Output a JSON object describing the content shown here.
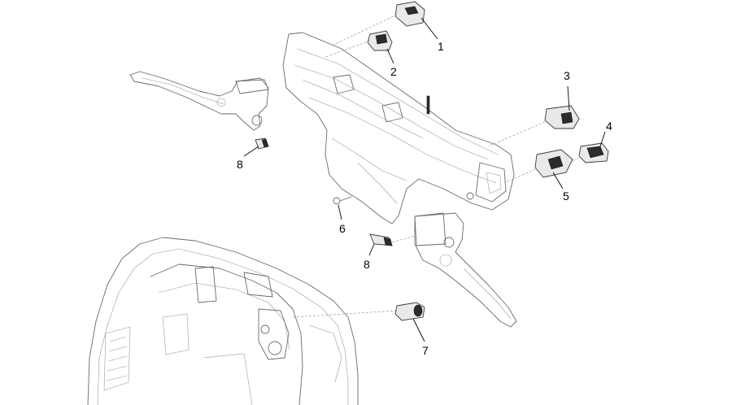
{
  "callouts": [
    {
      "id": "1",
      "label": "1"
    },
    {
      "id": "2",
      "label": "2"
    },
    {
      "id": "3",
      "label": "3"
    },
    {
      "id": "4",
      "label": "4"
    },
    {
      "id": "5",
      "label": "5"
    },
    {
      "id": "6",
      "label": "6"
    },
    {
      "id": "7",
      "label": "7"
    },
    {
      "id": "8a",
      "label": "8"
    },
    {
      "id": "8b",
      "label": "8"
    }
  ]
}
